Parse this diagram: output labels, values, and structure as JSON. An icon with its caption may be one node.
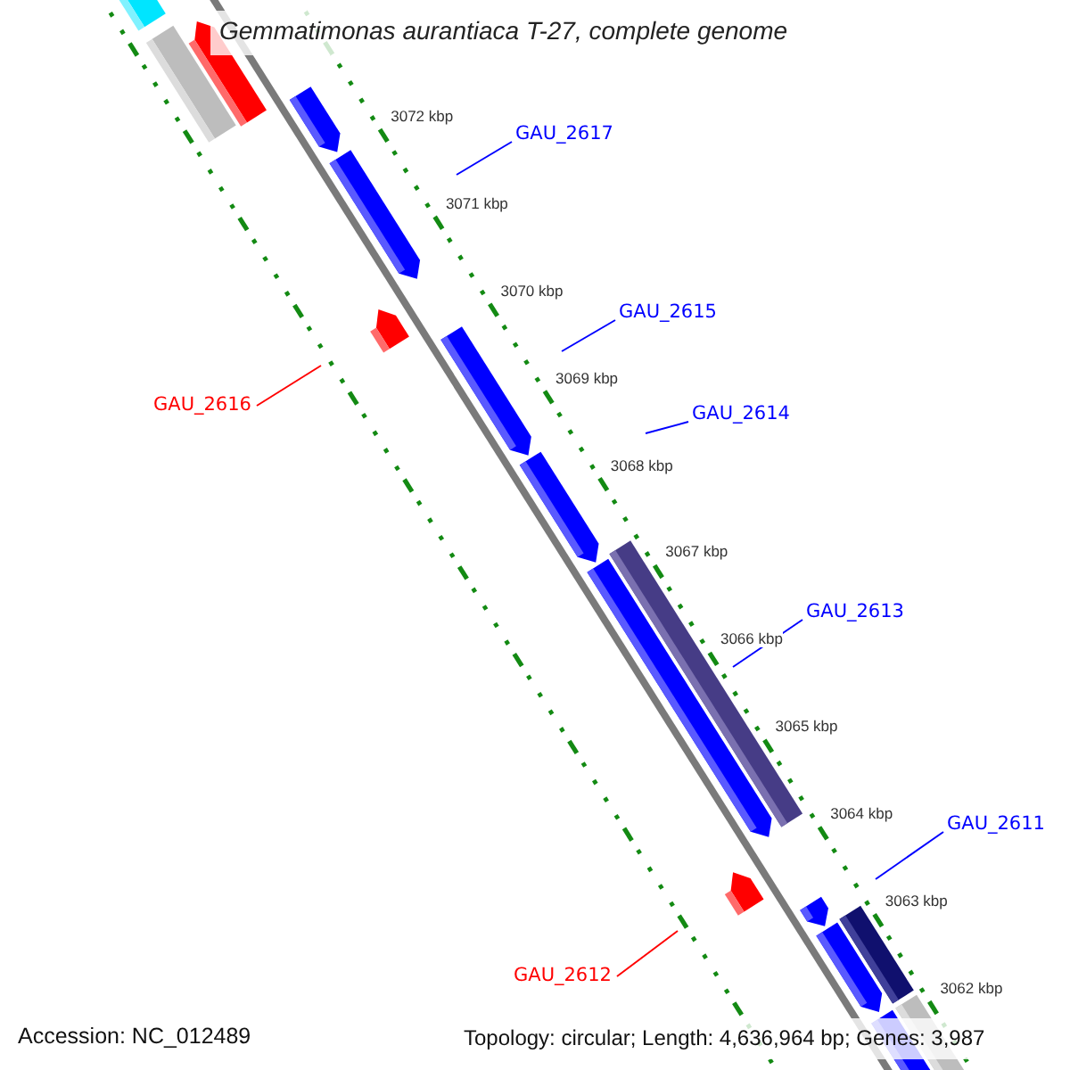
{
  "diagram": {
    "title": "Gemmatimonas aurantiaca T-27, complete genome",
    "nodes": [
      {
        "text": [
          "GAU_2617"
        ]
      },
      {
        "text": [
          "GAU_2615"
        ]
      },
      {
        "text": [
          "GAU_2616"
        ]
      },
      {
        "text": [
          "GAU_2614"
        ]
      },
      {
        "text": [
          "GAU_2613"
        ]
      },
      {
        "text": [
          "GAU_2611"
        ]
      },
      {
        "text": [
          "GAU_2612"
        ]
      }
    ],
    "edges": [
      {
        "from": 0,
        "to": null,
        "arrow": "none"
      },
      {
        "from": 1,
        "to": null,
        "arrow": "none"
      },
      {
        "from": 2,
        "to": null,
        "arrow": "none",
        "color": "#ff0000"
      },
      {
        "from": 3,
        "to": null,
        "arrow": "none"
      },
      {
        "from": 4,
        "to": null,
        "arrow": "none"
      },
      {
        "from": 5,
        "to": null,
        "arrow": "none"
      },
      {
        "from": 6,
        "to": null,
        "arrow": "none",
        "color": "#ff0000"
      }
    ],
    "labels": [
      "3072 kbp",
      "3071 kbp",
      "3070 kbp",
      "3069 kbp",
      "3068 kbp",
      "3067 kbp",
      "3066 kbp",
      "3065 kbp",
      "3064 kbp",
      "3063 kbp",
      "3062 kbp",
      "Accession: NC_012489",
      "Topology: circular; Length: 4,636,964 bp; Genes: 3,987"
    ]
  }
}
